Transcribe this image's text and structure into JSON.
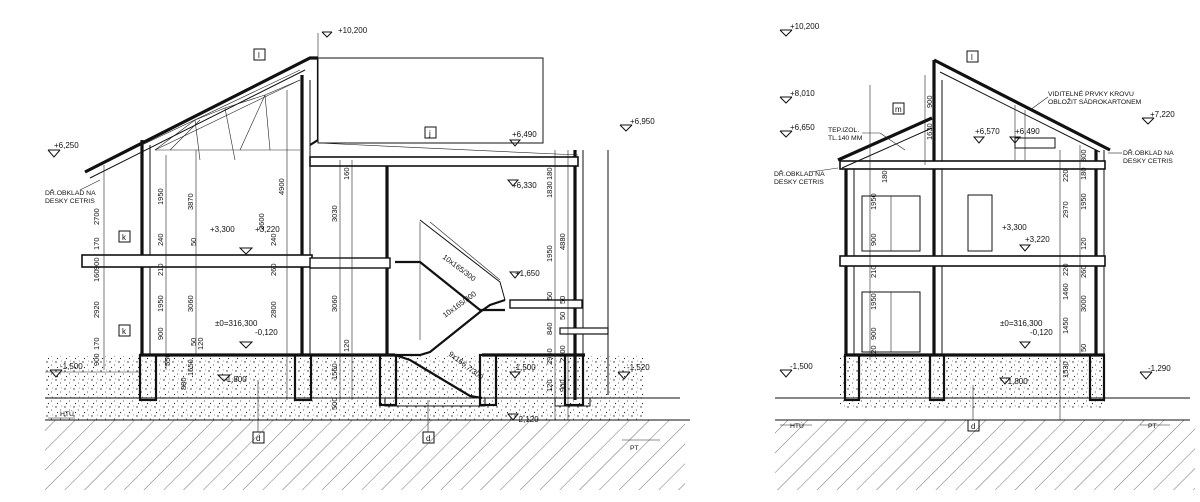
{
  "left_section": {
    "levels": [
      "+10,200",
      "+6,250",
      "+6,490",
      "+6,950",
      "+6,330",
      "+3,300",
      "+3,220",
      "+1,650",
      "±0=316,300",
      "-0,120",
      "-1,500",
      "-1,500",
      "-1,520",
      "-1,800",
      "-2,120"
    ],
    "notes": {
      "cladding_line1": "DŘ.OBKLAD NA",
      "cladding_line2": "DESKY CETRIS"
    },
    "tags": [
      "l",
      "j",
      "k",
      "k",
      "d",
      "d"
    ],
    "ground": {
      "htu": "HTÚ",
      "pt": "PT"
    },
    "stairs": [
      "10x165/300",
      "10x165/300",
      "9x166,7/300"
    ],
    "dimensions_left": [
      "2700",
      "170",
      "900",
      "160",
      "2920",
      "170",
      "900"
    ],
    "dimensions_mid": [
      "1950",
      "240",
      "210",
      "3060",
      "3870",
      "1950",
      "900",
      "50",
      "50",
      "4900",
      "2600",
      "240",
      "260",
      "2800",
      "120",
      "1550",
      "550",
      "880"
    ],
    "dimensions_right": [
      "3030",
      "160",
      "3060",
      "120",
      "1550",
      "500",
      "180",
      "1830",
      "4880",
      "1950",
      "50",
      "50",
      "840",
      "2100",
      "2940",
      "120",
      "900",
      "50"
    ]
  },
  "right_section": {
    "levels": [
      "+10,200",
      "+8,010",
      "+6,650",
      "+6,570",
      "+6,490",
      "+7,220",
      "+3,300",
      "+3,220",
      "±0=316,300",
      "-0,120",
      "-1,500",
      "-1,800",
      "-1,290"
    ],
    "notes": {
      "insulation_line1": "TEP.IZOL.",
      "insulation_line2": "TL.140 MM",
      "visible_line1": "VIDITELNÉ PRVKY KROVU",
      "visible_line2": "OBLOŽIT SÁDROKARTONEM",
      "cladding_left_line1": "DŘ.OBKLAD NA",
      "cladding_left_line2": "DESKY CETRIS",
      "cladding_right_line1": "DŘ.OBKLAD NA",
      "cladding_right_line2": "DESKY CETRIS"
    },
    "tags": [
      "l",
      "m",
      "d"
    ],
    "ground": {
      "htu": "HTÚ",
      "pt": "PT"
    },
    "dimensions_left": [
      "900",
      "1630",
      "180",
      "1950",
      "900",
      "210",
      "1950",
      "900",
      "120"
    ],
    "dimensions_right": [
      "300",
      "220",
      "2970",
      "1950",
      "120",
      "220",
      "1460",
      "3000",
      "1450",
      "1530",
      "260",
      "180",
      "50"
    ]
  },
  "colors": {
    "ink": "#111111",
    "paper": "#ffffff"
  }
}
